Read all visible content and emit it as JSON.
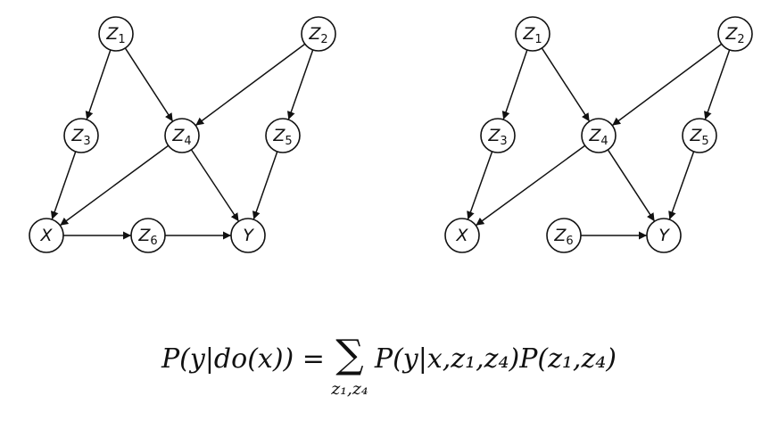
{
  "graphs": [
    {
      "id": "left",
      "nodes": [
        {
          "id": "Z1",
          "base": "Z",
          "sub": "1"
        },
        {
          "id": "Z2",
          "base": "Z",
          "sub": "2"
        },
        {
          "id": "Z3",
          "base": "Z",
          "sub": "3"
        },
        {
          "id": "Z4",
          "base": "Z",
          "sub": "4"
        },
        {
          "id": "Z5",
          "base": "Z",
          "sub": "5"
        },
        {
          "id": "X",
          "base": "X",
          "sub": ""
        },
        {
          "id": "Z6",
          "base": "Z",
          "sub": "6"
        },
        {
          "id": "Y",
          "base": "Y",
          "sub": ""
        }
      ],
      "edges": [
        [
          "Z1",
          "Z3"
        ],
        [
          "Z1",
          "Z4"
        ],
        [
          "Z2",
          "Z4"
        ],
        [
          "Z2",
          "Z5"
        ],
        [
          "Z3",
          "X"
        ],
        [
          "Z4",
          "X"
        ],
        [
          "Z4",
          "Y"
        ],
        [
          "Z5",
          "Y"
        ],
        [
          "X",
          "Z6"
        ],
        [
          "Z6",
          "Y"
        ]
      ]
    },
    {
      "id": "right",
      "nodes": [
        {
          "id": "Z1",
          "base": "Z",
          "sub": "1"
        },
        {
          "id": "Z2",
          "base": "Z",
          "sub": "2"
        },
        {
          "id": "Z3",
          "base": "Z",
          "sub": "3"
        },
        {
          "id": "Z4",
          "base": "Z",
          "sub": "4"
        },
        {
          "id": "Z5",
          "base": "Z",
          "sub": "5"
        },
        {
          "id": "X",
          "base": "X",
          "sub": ""
        },
        {
          "id": "Z6",
          "base": "Z",
          "sub": "6"
        },
        {
          "id": "Y",
          "base": "Y",
          "sub": ""
        }
      ],
      "edges": [
        [
          "Z1",
          "Z3"
        ],
        [
          "Z1",
          "Z4"
        ],
        [
          "Z2",
          "Z4"
        ],
        [
          "Z2",
          "Z5"
        ],
        [
          "Z3",
          "X"
        ],
        [
          "Z4",
          "X"
        ],
        [
          "Z4",
          "Y"
        ],
        [
          "Z5",
          "Y"
        ],
        [
          "Z6",
          "Y"
        ]
      ]
    }
  ],
  "formula": {
    "lhs": "P(y|do(x)) =",
    "sum_symbol": "∑",
    "sum_index": "z₁,z₄",
    "rhs": "P(y|x,z₁,z₄)P(z₁,z₄)"
  }
}
